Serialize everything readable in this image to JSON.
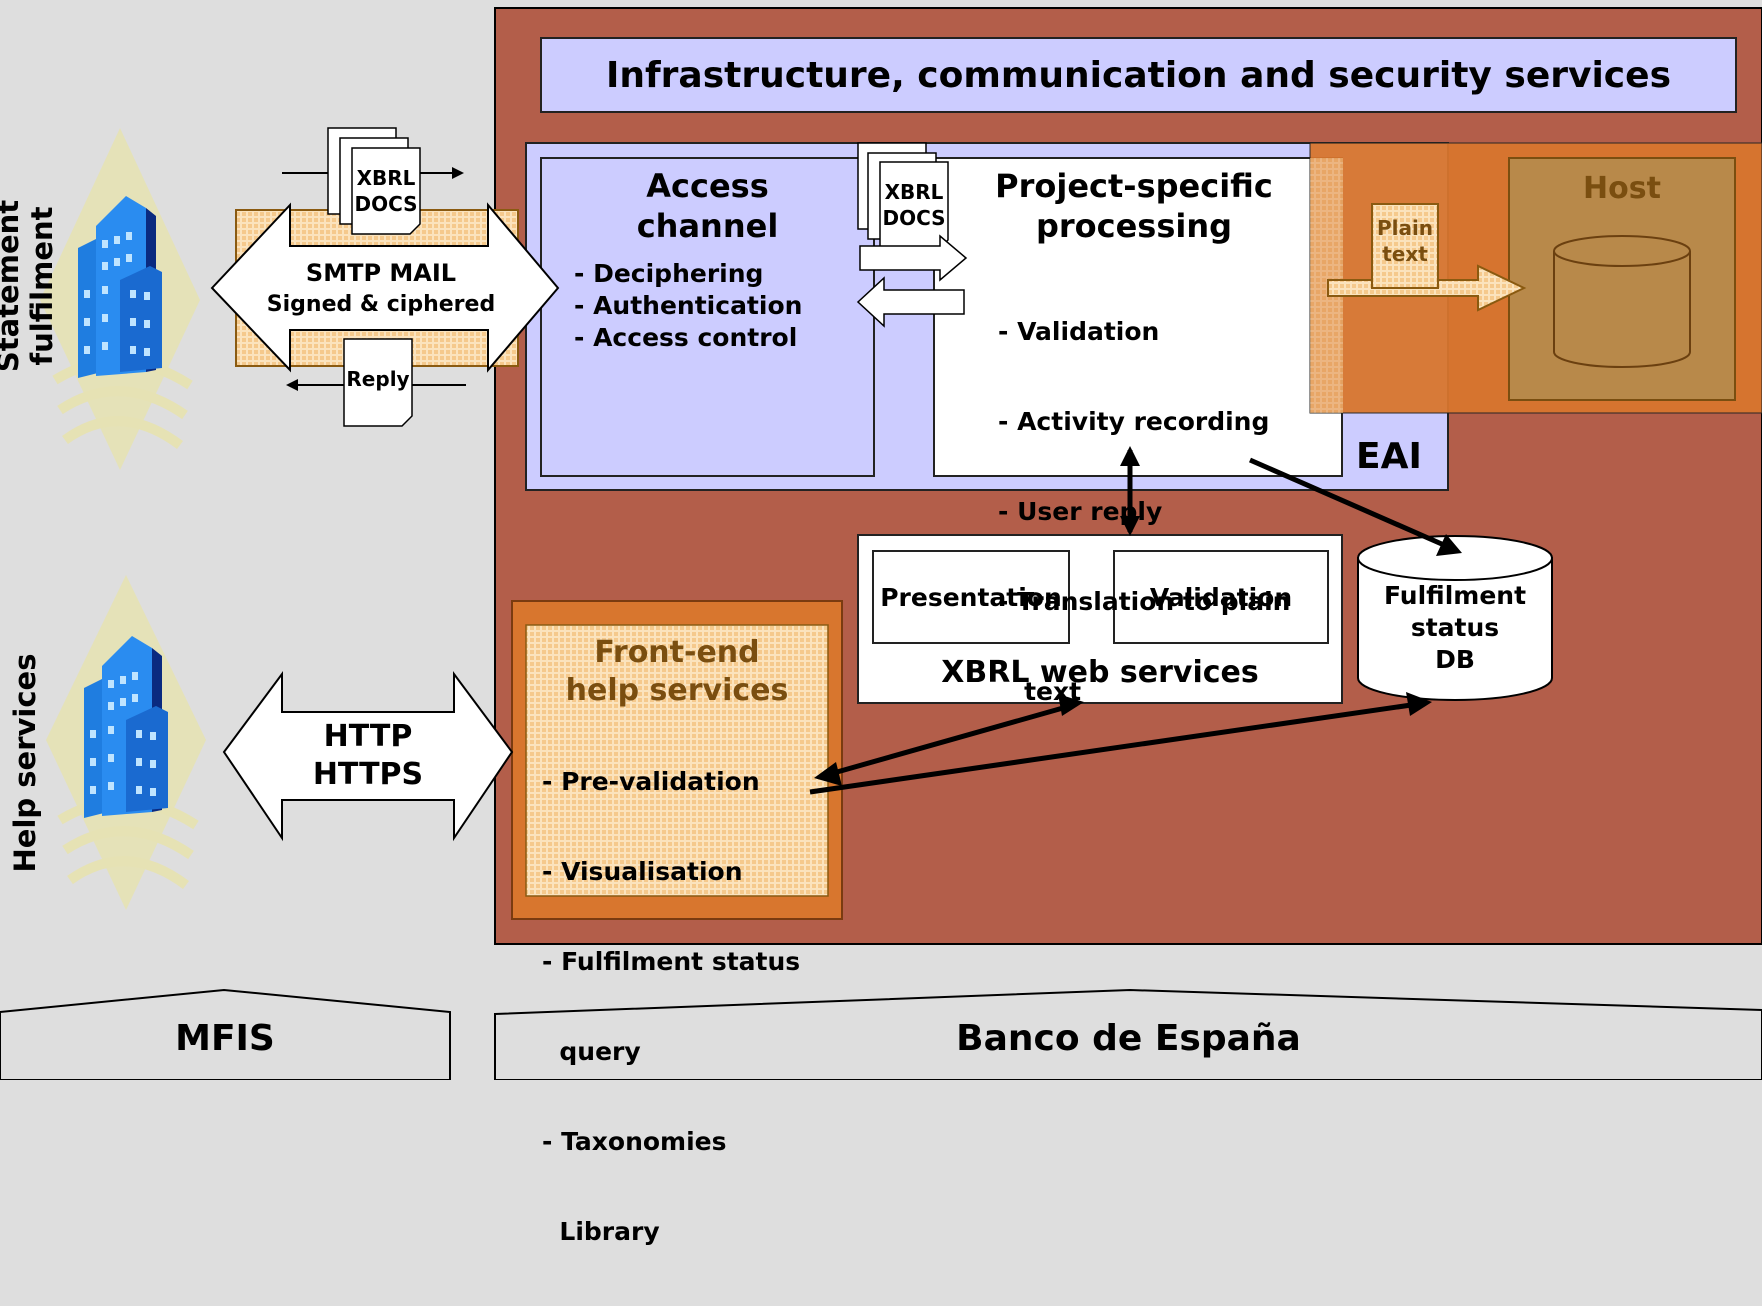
{
  "colors": {
    "background": "#dedede",
    "bde_panel": "#b35e4a",
    "lavender": "#ccccff",
    "orange": "#d8762e",
    "hatch": "#f7d6a3",
    "dark_gold": "#7a4e10"
  },
  "left_labels": {
    "statement": "Statement fulfilment",
    "help": "Help services"
  },
  "infra_title": "Infrastructure, communication and security services",
  "smtp": {
    "title": "SMTP MAIL",
    "subtitle": "Signed & ciphered"
  },
  "docs_label": "XBRL\nDOCS",
  "reply_label": "Reply",
  "http": {
    "line1": "HTTP",
    "line2": "HTTPS"
  },
  "access": {
    "title": "Access\nchannel",
    "items": [
      "- Deciphering",
      "- Authentication",
      "- Access control"
    ]
  },
  "processing": {
    "title": "Project-specific\nprocessing",
    "items": [
      "- Validation",
      "- Activity recording",
      "- User reply",
      "- Translation to plain",
      "   text"
    ]
  },
  "eai_label": "EAI",
  "host_label": "Host",
  "plain_text_label": "Plain\ntext",
  "xbrl_ws": {
    "presentation": "Presentation",
    "validation": "Validation",
    "title": "XBRL web services"
  },
  "db_label": "Fulfilment\nstatus\nDB",
  "frontend": {
    "title": "Front-end\nhelp services",
    "items": [
      "- Pre-validation",
      "- Visualisation",
      "- Fulfilment status",
      "  query",
      "- Taxonomies",
      "  Library"
    ]
  },
  "footer": {
    "left": "MFIS",
    "right": "Banco de España"
  },
  "icons": [
    "building-icon",
    "document-icon",
    "database-icon",
    "double-arrow-icon"
  ]
}
